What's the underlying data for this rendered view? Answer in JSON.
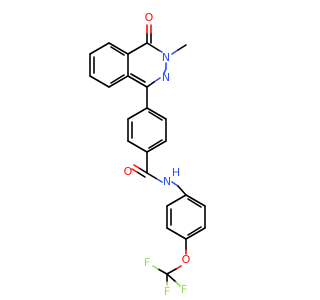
{
  "colors": {
    "carbon": "#000000",
    "oxygen": "#ff0d0d",
    "nitrogen": "#3050f8",
    "fluorine": "#90e050"
  },
  "atoms": {
    "o_ketone": "O",
    "n_ring2": "N",
    "n_ring3": "N",
    "o_amide": "O",
    "n_amide": "N",
    "h_amide": "H",
    "o_ether": "O",
    "f1": "F",
    "f2": "F",
    "f3": "F"
  }
}
